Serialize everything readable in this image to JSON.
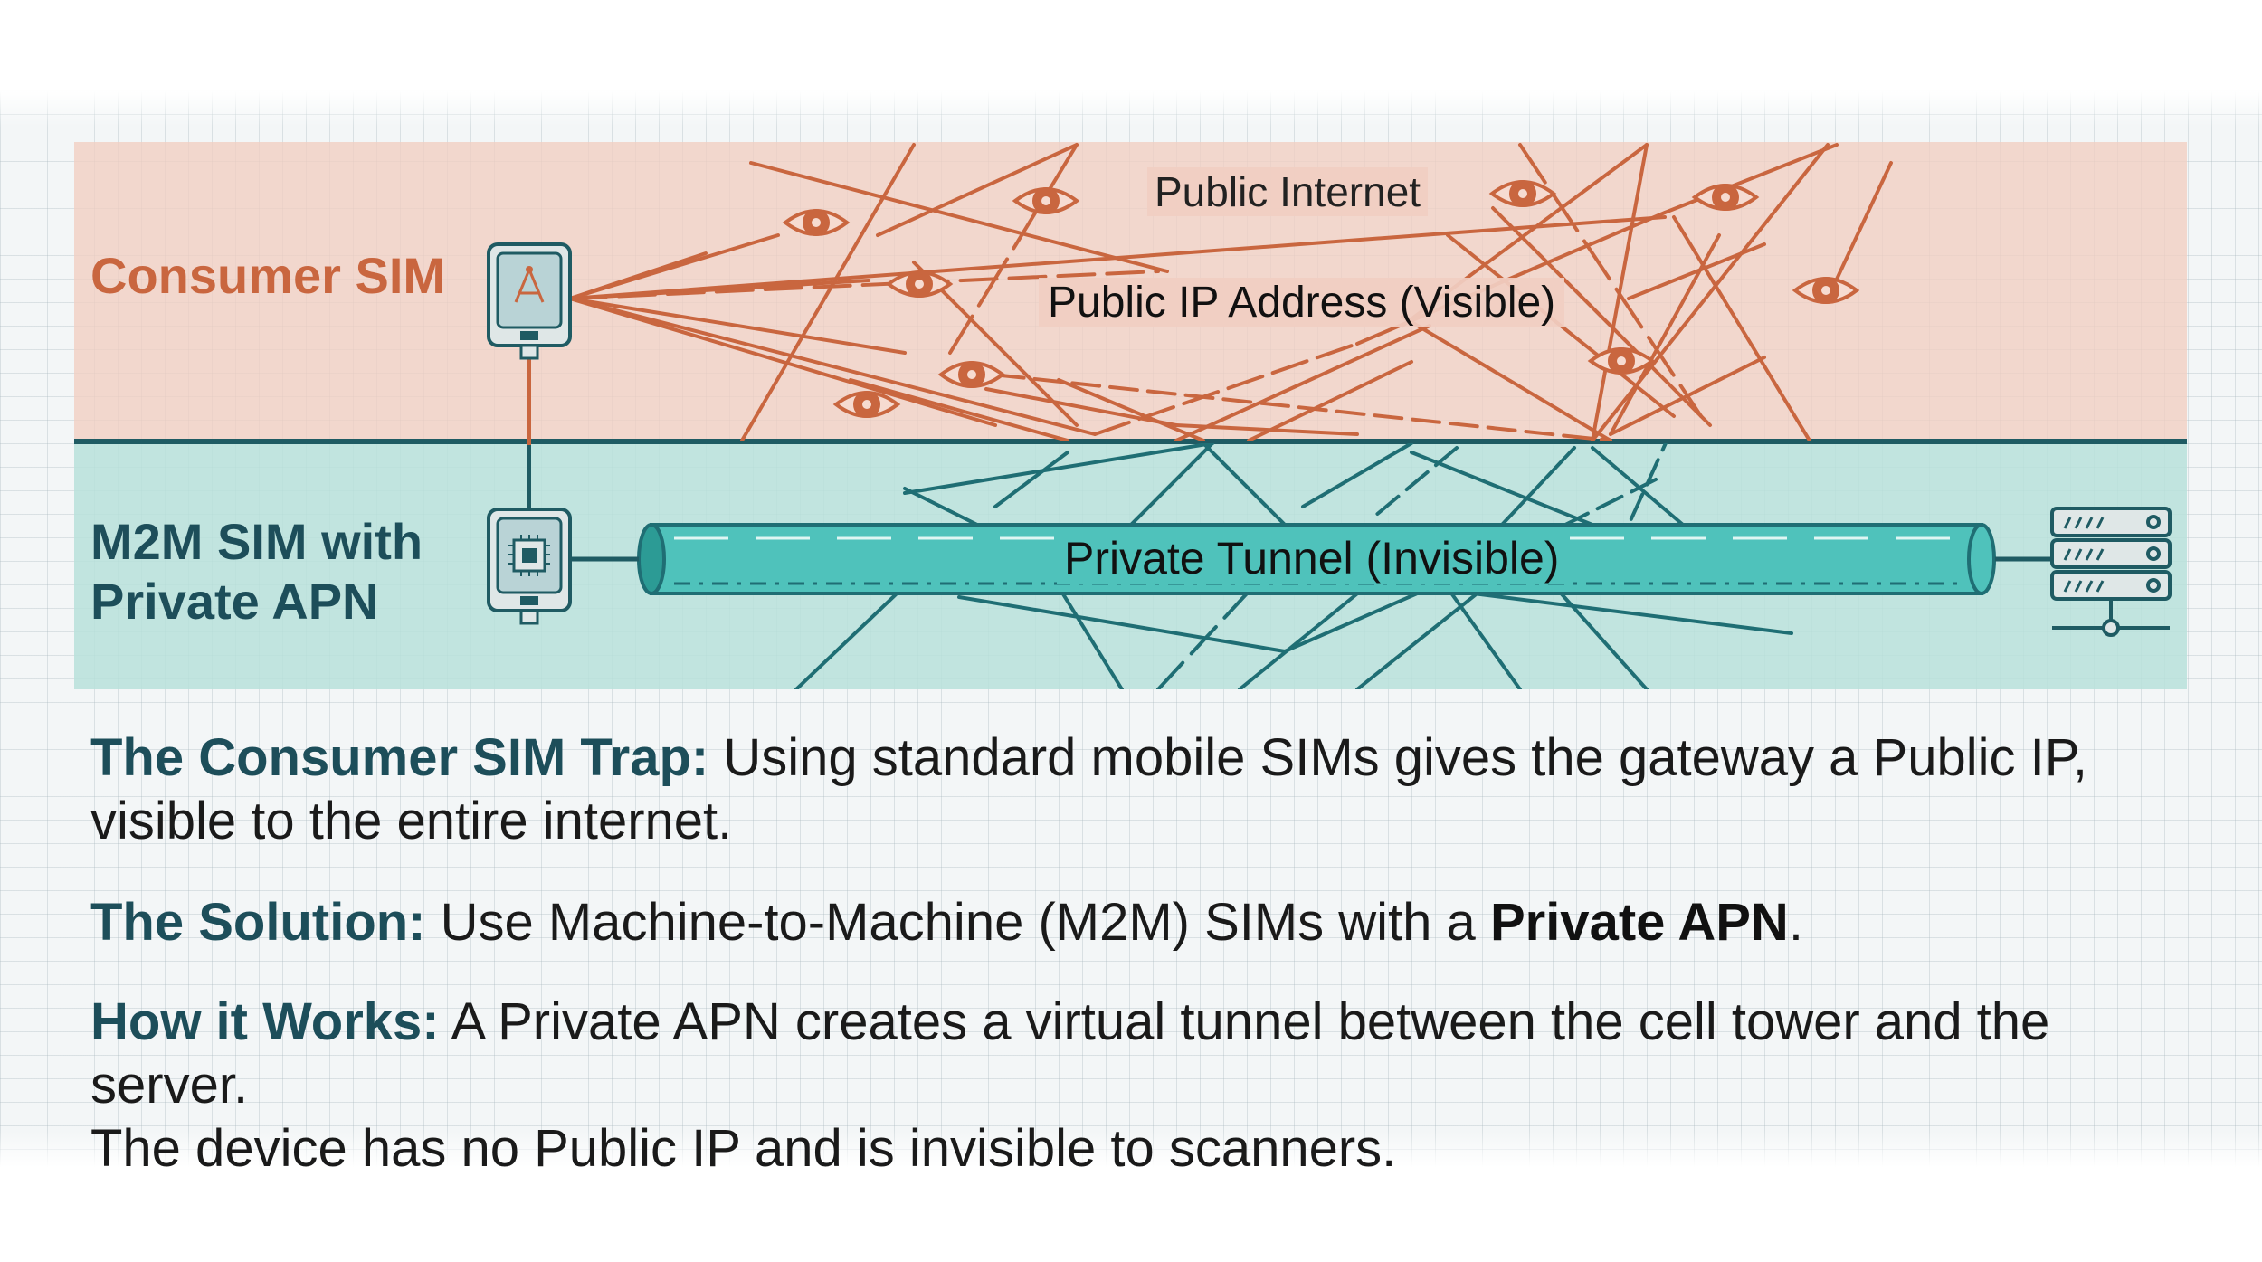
{
  "diagram": {
    "consumer_label": "Consumer SIM",
    "m2m_label_line1": "M2M SIM with",
    "m2m_label_line2": "Private APN",
    "public_internet_label": "Public Internet",
    "public_ip_label": "Public IP Address (Visible)",
    "tunnel_label": "Private Tunnel (Invisible)",
    "icons": [
      "sim-card-icon",
      "chip-sim-card-icon",
      "eye-icon",
      "server-rack-icon"
    ],
    "colors": {
      "consumer_accent": "#c9663f",
      "m2m_accent": "#1d4e5a",
      "tunnel": "#4fc2bb",
      "divider": "#1f5b63"
    }
  },
  "text": {
    "trap_key": "The Consumer SIM Trap:",
    "trap_body_line1": " Using standard mobile SIMs gives the gateway a Public IP,",
    "trap_body_line2": "visible to the entire internet.",
    "solution_key": "The Solution:",
    "solution_body": " Use Machine-to-Machine (M2M) SIMs with a ",
    "solution_strong": "Private APN",
    "solution_end": ".",
    "how_key": "How it Works:",
    "how_body_line1": " A Private APN creates a virtual tunnel between the cell tower and the server.",
    "how_body_line2": "The device has no Public IP and is invisible to scanners."
  }
}
